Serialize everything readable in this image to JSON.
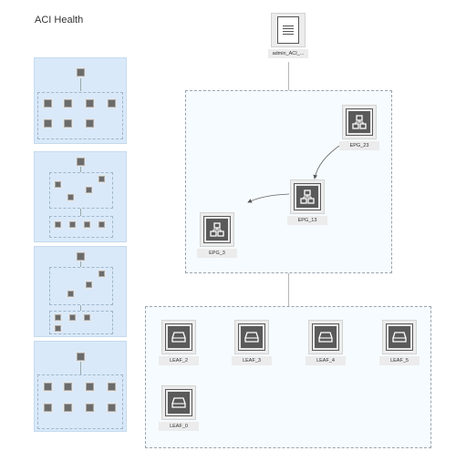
{
  "title": "ACI Health",
  "tenant_node": {
    "label": "admin_ACI_...",
    "icon": "document-icon"
  },
  "epg_nodes": [
    {
      "label": "EPG_23",
      "icon": "network-icon"
    },
    {
      "label": "EPG_13",
      "icon": "network-icon"
    },
    {
      "label": "EPG_3",
      "icon": "network-icon"
    }
  ],
  "leaf_nodes": [
    {
      "label": "LEAF_2",
      "icon": "switch-icon"
    },
    {
      "label": "LEAF_3",
      "icon": "switch-icon"
    },
    {
      "label": "LEAF_4",
      "icon": "switch-icon"
    },
    {
      "label": "LEAF_5",
      "icon": "switch-icon"
    },
    {
      "label": "LEAF_0",
      "icon": "switch-icon"
    }
  ],
  "colors": {
    "thumbnail_bg": "#d9e9f9",
    "node_icon": "#5a5a5a",
    "group_border": "#9aa4ad"
  }
}
